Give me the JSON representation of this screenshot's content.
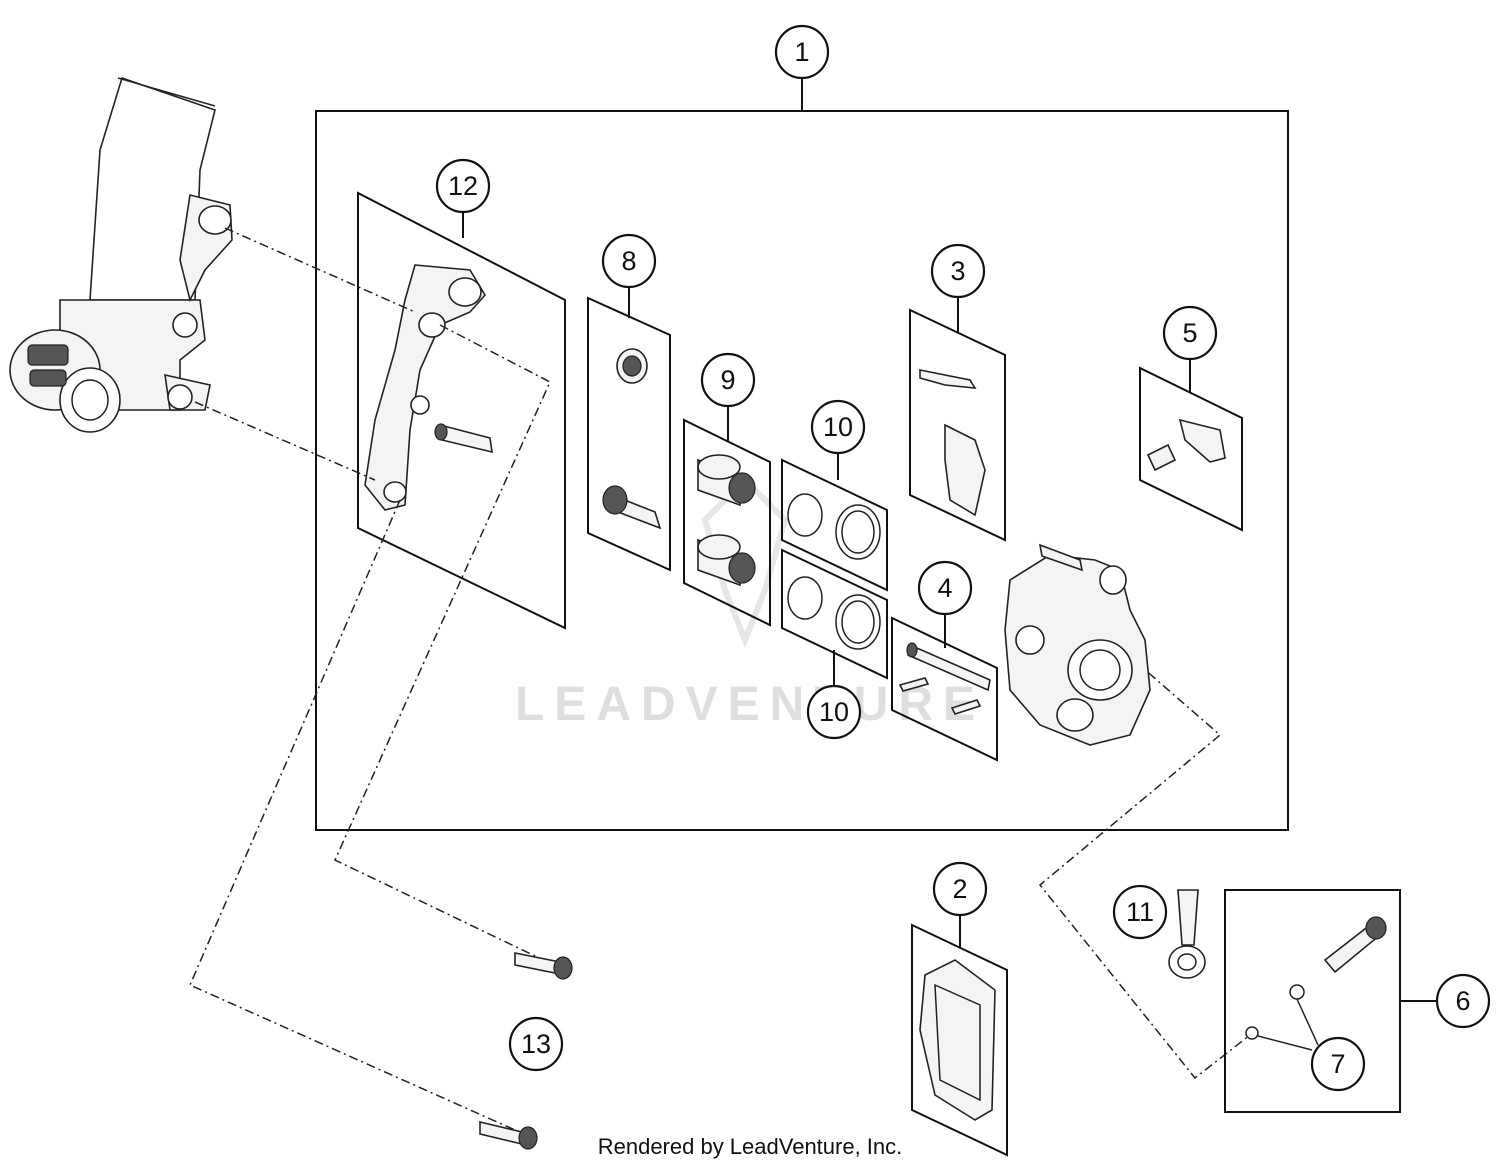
{
  "watermark": "LEADVENTURE",
  "footer": "Rendered by LeadVenture, Inc.",
  "callouts": {
    "c1": "1",
    "c2": "2",
    "c3": "3",
    "c4": "4",
    "c5": "5",
    "c6": "6",
    "c7": "7",
    "c8": "8",
    "c9": "9",
    "c10a": "10",
    "c10b": "10",
    "c11": "11",
    "c12": "12",
    "c13": "13"
  }
}
